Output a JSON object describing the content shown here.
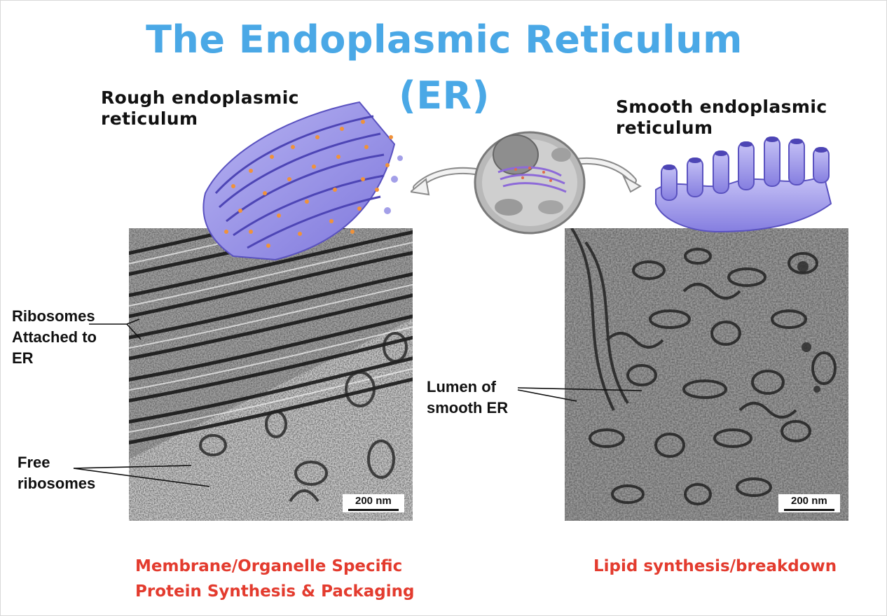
{
  "title": {
    "line1": "The Endoplasmic Reticulum",
    "line2": "(ER)",
    "color": "#4aa8e6"
  },
  "rough_er": {
    "heading_line1": "Rough endoplasmic",
    "heading_line2": "reticulum",
    "label_ribosomes_attached": [
      "Ribosomes",
      "Attached to",
      "ER"
    ],
    "label_free_ribosomes": [
      "Free",
      "ribosomes"
    ],
    "scale_bar": "200 nm",
    "caption_line1": "Membrane/Organelle Specific",
    "caption_line2": "Protein Synthesis & Packaging"
  },
  "smooth_er": {
    "heading_line1": "Smooth endoplasmic",
    "heading_line2": "reticulum",
    "label_lumen": [
      "Lumen of",
      "smooth ER"
    ],
    "scale_bar": "200 nm",
    "caption": "Lipid synthesis/breakdown"
  },
  "colors": {
    "caption": "#e33b2e",
    "membrane": "#9a94e8",
    "ribosome": "#f0923a"
  }
}
